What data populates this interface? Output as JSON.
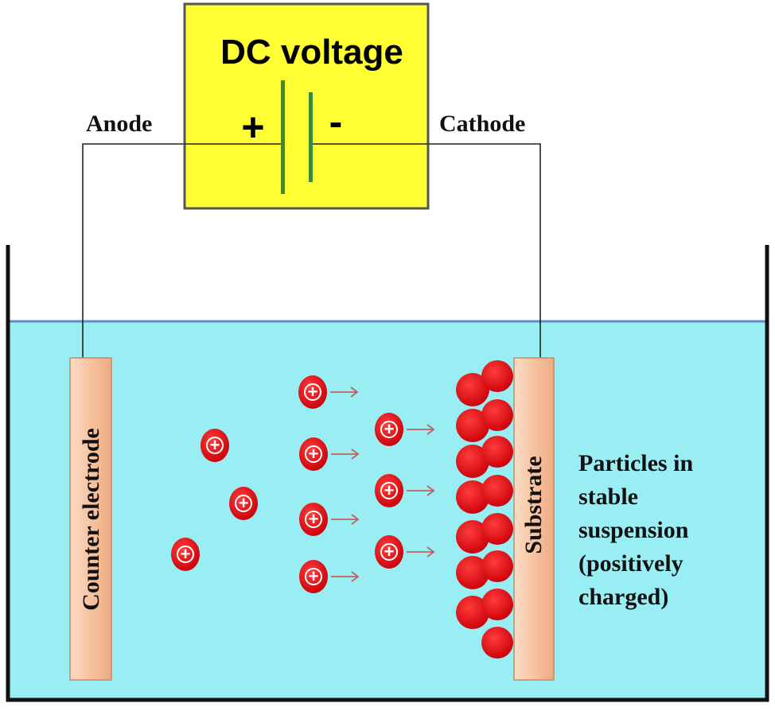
{
  "power_supply": {
    "title": "DC voltage",
    "positive_symbol": "+",
    "negative_symbol": "-",
    "fill_color": "#ffff33"
  },
  "terminals": {
    "anode_label": "Anode",
    "cathode_label": "Cathode"
  },
  "bath": {
    "liquid_color": "#99eef4",
    "surface_color": "#5c8fc7"
  },
  "electrodes": {
    "counter_label": "Counter electrode",
    "substrate_label": "Substrate",
    "fill_color": "#f9c9a8"
  },
  "particles": {
    "charge_symbol": "+",
    "color": "#e8000e",
    "arrow_color": "#c06060"
  },
  "caption": {
    "lines": [
      "Particles in",
      "stable",
      "suspension",
      "(positively",
      "charged)"
    ]
  }
}
